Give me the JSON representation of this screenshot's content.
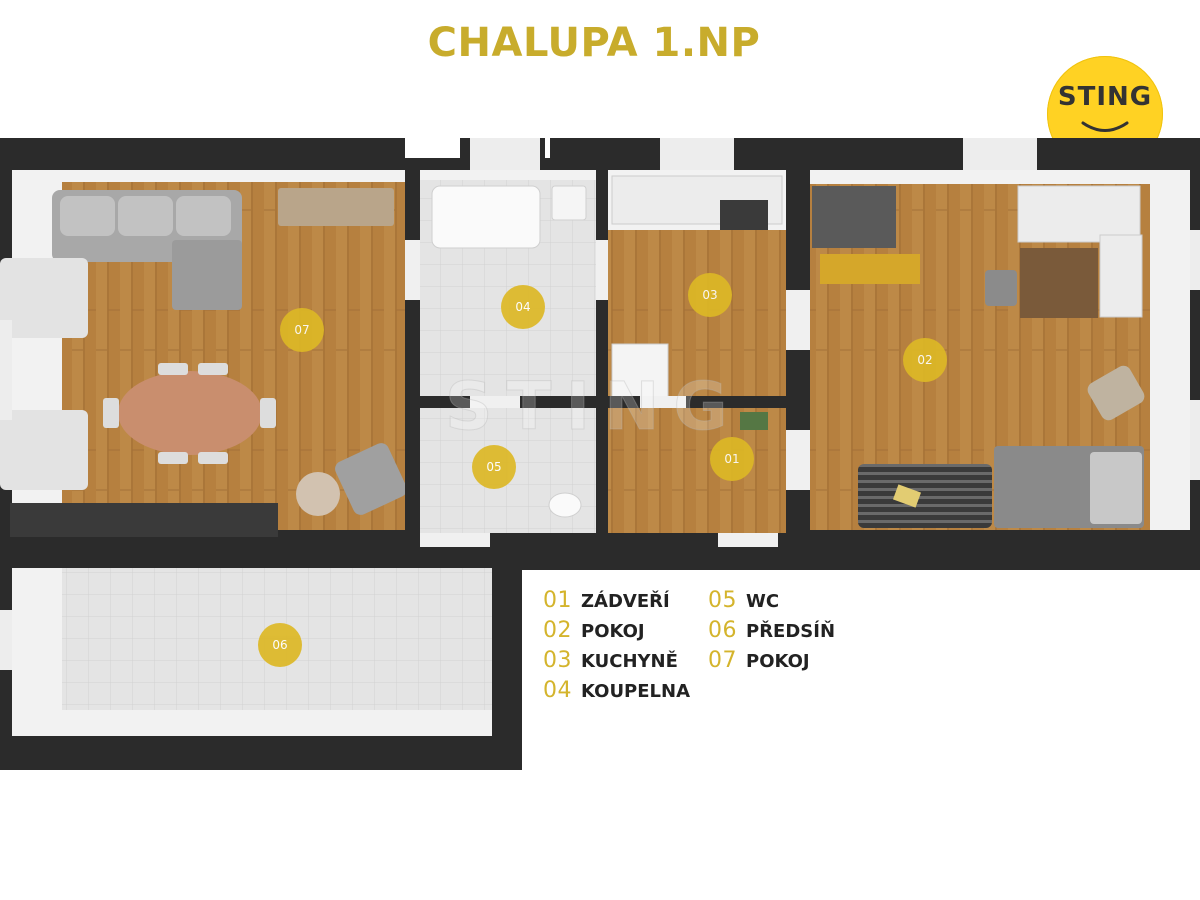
{
  "title": "CHALUPA 1.NP",
  "logo": {
    "text": "STING"
  },
  "watermark": "STING",
  "colors": {
    "accent": "#ddb826",
    "title": "#c8ac2c",
    "logo_bg": "#ffd223",
    "wall": "#2b2b2b",
    "wood_floor": "#b88545",
    "tile_floor": "#e3e3e3"
  },
  "rooms": [
    {
      "id": "01",
      "label": "ZÁDVEŘÍ"
    },
    {
      "id": "02",
      "label": "POKOJ"
    },
    {
      "id": "03",
      "label": "KUCHYNĚ"
    },
    {
      "id": "04",
      "label": "KOUPELNA"
    },
    {
      "id": "05",
      "label": "WC"
    },
    {
      "id": "06",
      "label": "PŘEDSÍŇ"
    },
    {
      "id": "07",
      "label": "POKOJ"
    }
  ],
  "legend_order": [
    "01",
    "02",
    "03",
    "04",
    "05",
    "06",
    "07"
  ]
}
